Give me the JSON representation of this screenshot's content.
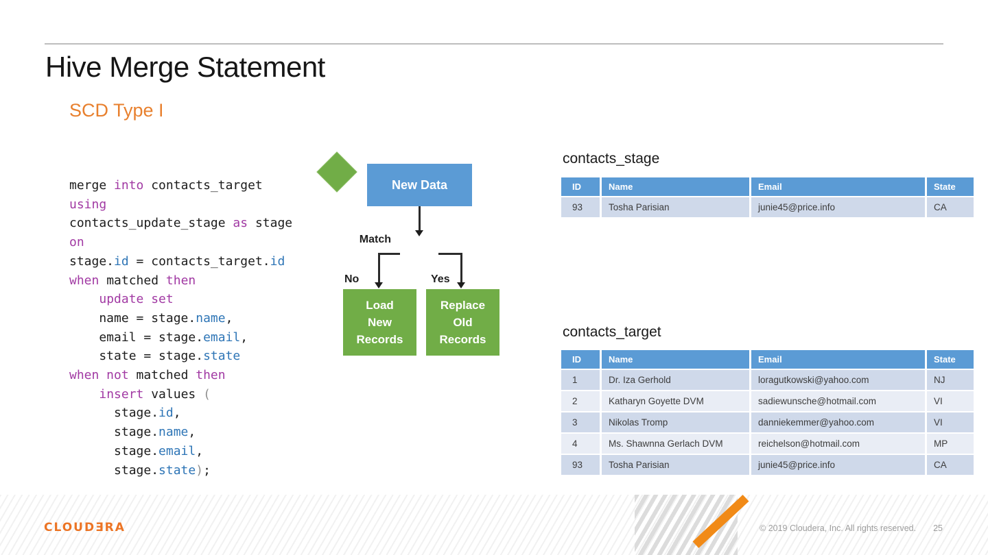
{
  "slide": {
    "title": "Hive Merge Statement",
    "subtitle": "SCD Type I"
  },
  "code": {
    "lines": [
      [
        [
          "d",
          "merge "
        ],
        [
          "k",
          "into "
        ],
        [
          "d",
          "contacts_target"
        ]
      ],
      [
        [
          "k",
          "using"
        ]
      ],
      [
        [
          "d",
          "contacts_update_stage "
        ],
        [
          "k",
          "as "
        ],
        [
          "d",
          "stage"
        ]
      ],
      [
        [
          "k",
          "on"
        ]
      ],
      [
        [
          "d",
          "stage."
        ],
        [
          "i",
          "id"
        ],
        [
          "d",
          " = contacts_target."
        ],
        [
          "i",
          "id"
        ]
      ],
      [
        [
          "k",
          "when "
        ],
        [
          "d",
          "matched "
        ],
        [
          "k",
          "then"
        ]
      ],
      [
        [
          "d",
          "    "
        ],
        [
          "k",
          "update set"
        ]
      ],
      [
        [
          "d",
          "    name = stage."
        ],
        [
          "i",
          "name"
        ],
        [
          "d",
          ","
        ]
      ],
      [
        [
          "d",
          "    email = stage."
        ],
        [
          "i",
          "email"
        ],
        [
          "d",
          ","
        ]
      ],
      [
        [
          "d",
          "    state = stage."
        ],
        [
          "i",
          "state"
        ]
      ],
      [
        [
          "k",
          "when not "
        ],
        [
          "d",
          "matched "
        ],
        [
          "k",
          "then"
        ]
      ],
      [
        [
          "d",
          "    "
        ],
        [
          "k",
          "insert "
        ],
        [
          "d",
          "values "
        ],
        [
          "p",
          "("
        ]
      ],
      [
        [
          "d",
          "      stage."
        ],
        [
          "i",
          "id"
        ],
        [
          "d",
          ","
        ]
      ],
      [
        [
          "d",
          "      stage."
        ],
        [
          "i",
          "name"
        ],
        [
          "d",
          ","
        ]
      ],
      [
        [
          "d",
          "      stage."
        ],
        [
          "i",
          "email"
        ],
        [
          "d",
          ","
        ]
      ],
      [
        [
          "d",
          "      stage."
        ],
        [
          "i",
          "state"
        ],
        [
          "p",
          ")"
        ],
        [
          "d",
          ";"
        ]
      ]
    ]
  },
  "diagram": {
    "new_data": "New Data",
    "match": "Match",
    "no": "No",
    "yes": "Yes",
    "load_new_lines": [
      "Load",
      "New",
      "Records"
    ],
    "replace_old_lines": [
      "Replace",
      "Old",
      "Records"
    ],
    "colors": {
      "blue": "#5b9bd5",
      "green": "#71ad47"
    }
  },
  "tables": {
    "stage": {
      "title": "contacts_stage",
      "columns": [
        "ID",
        "Name",
        "Email",
        "State"
      ],
      "rows": [
        [
          "93",
          "Tosha Parisian",
          "junie45@price.info",
          "CA"
        ]
      ]
    },
    "target": {
      "title": "contacts_target",
      "columns": [
        "ID",
        "Name",
        "Email",
        "State"
      ],
      "rows": [
        [
          "1",
          "Dr. Iza Gerhold",
          "loragutkowski@yahoo.com",
          "NJ"
        ],
        [
          "2",
          "Katharyn Goyette DVM",
          "sadiewunsche@hotmail.com",
          "VI"
        ],
        [
          "3",
          "Nikolas Tromp",
          "danniekemmer@yahoo.com",
          "VI"
        ],
        [
          "4",
          "Ms. Shawnna Gerlach DVM",
          "reichelson@hotmail.com",
          "MP"
        ],
        [
          "93",
          "Tosha Parisian",
          "junie45@price.info",
          "CA"
        ]
      ]
    }
  },
  "footer": {
    "logo": "CLOUDƎRA",
    "copyright": "© 2019 Cloudera, Inc. All rights reserved.",
    "page_number": "25",
    "accent_orange": "#f18a17",
    "header_blue": "#5b9bd5",
    "row_blue_odd": "#cfd9ea",
    "row_blue_even": "#e9edf5"
  }
}
